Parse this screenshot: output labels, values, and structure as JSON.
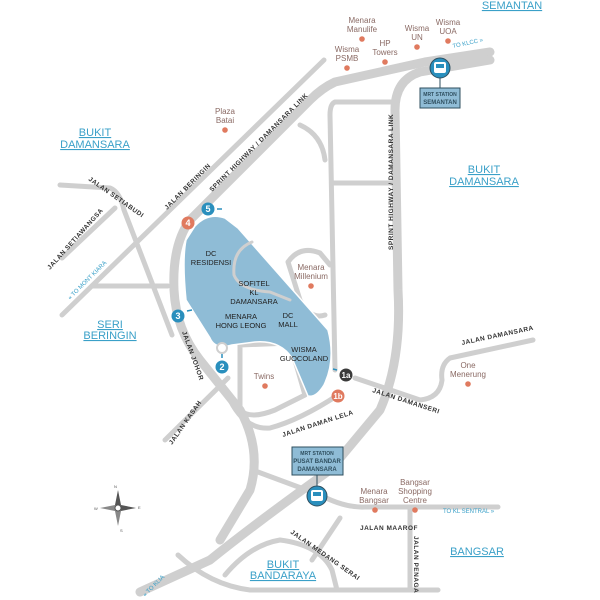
{
  "areas": {
    "semantan": "SEMANTAN",
    "bukit_damansara_left": [
      "BUKIT",
      "DAMANSARA"
    ],
    "bukit_damansara_right": [
      "BUKIT",
      "DAMANSARA"
    ],
    "seri_beringin": [
      "SERI",
      "BERINGIN"
    ],
    "bangsar": "BANGSAR",
    "bukit_bandaraya": [
      "BUKIT",
      "BANDARAYA"
    ]
  },
  "landmarks": {
    "menara_manulife": [
      "Menara",
      "Manulife"
    ],
    "wisma_un": [
      "Wisma",
      "UN"
    ],
    "wisma_uoa": [
      "Wisma",
      "UOA"
    ],
    "hp_towers": [
      "HP",
      "Towers"
    ],
    "wisma_psmb": [
      "Wisma",
      "PSMB"
    ],
    "plaza_batai": [
      "Plaza",
      "Batai"
    ],
    "menara_millenium": [
      "Menara",
      "Millenium"
    ],
    "twins": "Twins",
    "one_menerung": [
      "One",
      "Menerung"
    ],
    "menara_bangsar": [
      "Menara",
      "Bangsar"
    ],
    "bangsar_shopping_centre": [
      "Bangsar",
      "Shopping",
      "Centre"
    ]
  },
  "buildings": {
    "dc_residensi": [
      "DC",
      "RESIDENSI"
    ],
    "sofitel": [
      "SOFITEL",
      "KL",
      "DAMANSARA"
    ],
    "menara_hong_leong": [
      "MENARA",
      "HONG LEONG"
    ],
    "dc_mall": [
      "DC",
      "MALL"
    ],
    "wisma_guocoland": [
      "WISMA",
      "GUOCOLAND"
    ]
  },
  "streets": {
    "sprint_diag": "SPRINT HIGHWAY / DAMANSARA LINK",
    "sprint_vert": "SPRINT HIGHWAY / DAMANSARA LINK",
    "jalan_beringin": "JALAN BERINGIN",
    "jalan_setiabudi": "JALAN SETIABUDI",
    "jalan_setiawangsa": "JALAN SETIAWANGSA",
    "jalan_johor": "JALAN JOHOR",
    "jalan_kasah": "JALAN KASAH",
    "jalan_damanlela": "JALAN DAMAN LELA",
    "jalan_damanseri": "JALAN DAMANSERI",
    "jalan_damansara": "JALAN DAMANSARA",
    "jalan_maarof": "JALAN MAAROF",
    "jalan_medang_serai": "JALAN MEDANG SERAI",
    "jalan_penaga": "JALAN PENAGA"
  },
  "directions": {
    "klcc": "TO KLCC »",
    "mont_kiara": "« TO MONT KIARA",
    "kl_sentral": "TO KL SENTRAL »",
    "klia": "« TO KLIA"
  },
  "mrt": {
    "semantan": {
      "line1": "MRT STATION",
      "line2": "SEMANTAN"
    },
    "pusat": {
      "line1": "MRT STATION",
      "line2": "PUSAT BANDAR",
      "line3": "DAMANSARA"
    }
  },
  "entrances": {
    "e1a": "1a",
    "e1b": "1b",
    "e2": "2",
    "e3": "3",
    "e4": "4",
    "e5": "5"
  },
  "colors": {
    "blue_entrance": "#2a8fbd",
    "orange_entrance": "#e07a5f",
    "dark_entrance": "#3a3a3a",
    "block": "#8fbcd6"
  },
  "compass": {
    "n": "N",
    "e": "E",
    "s": "S",
    "w": "W"
  }
}
